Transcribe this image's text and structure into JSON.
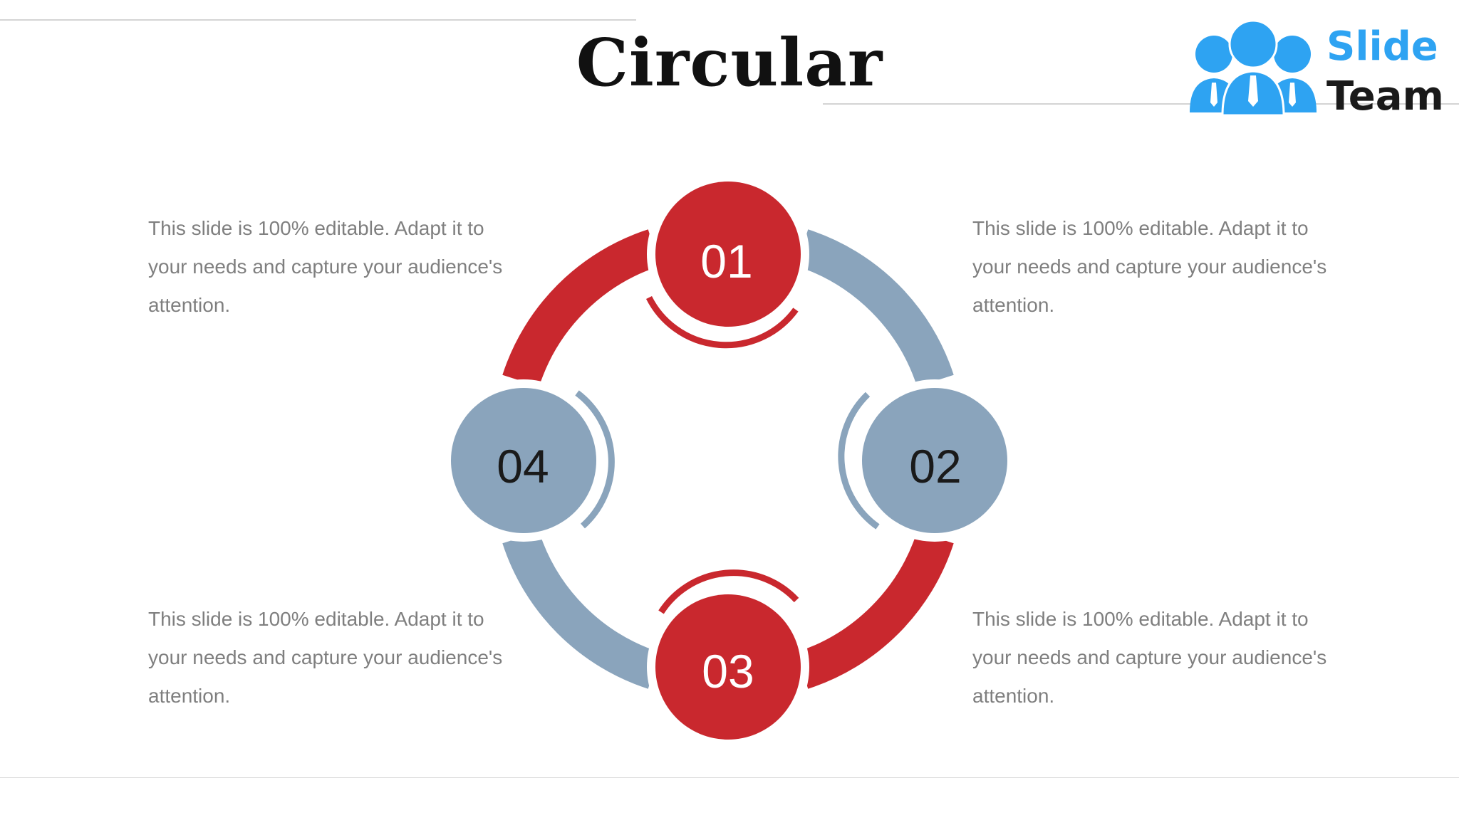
{
  "slide": {
    "title": "Circular"
  },
  "logo": {
    "line1": "Slide",
    "line2": "Team",
    "icon": "three-people-icon",
    "colors": {
      "blue": "#2ea3f2",
      "dark": "#1a1a1a"
    }
  },
  "diagram": {
    "colors": {
      "red": "#c9282e",
      "grey_blue": "#8aa4bc"
    },
    "steps": [
      {
        "number": "01",
        "color": "red"
      },
      {
        "number": "02",
        "color": "grey_blue"
      },
      {
        "number": "03",
        "color": "red"
      },
      {
        "number": "04",
        "color": "grey_blue"
      }
    ]
  },
  "descriptions": [
    "This slide is 100% editable. Adapt it to your needs and capture your audience's attention.",
    "This slide is 100% editable. Adapt it to your needs and capture your audience's attention.",
    "This slide is 100% editable. Adapt it to your needs and capture your audience's attention.",
    "This slide is 100% editable. Adapt it to your needs and capture your audience's attention."
  ]
}
